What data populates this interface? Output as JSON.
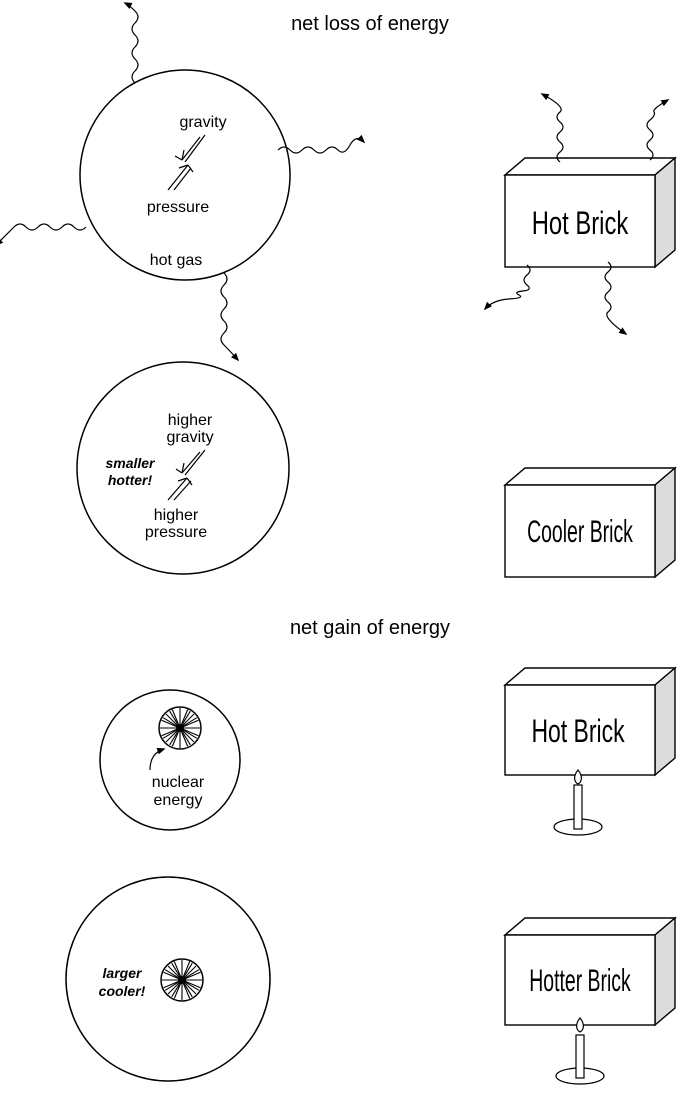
{
  "headings": {
    "loss": "net loss of energy",
    "gain": "net gain of energy"
  },
  "star1": {
    "gravity": "gravity",
    "pressure": "pressure",
    "material": "hot gas"
  },
  "star2": {
    "gravity_line1": "higher",
    "gravity_line2": "gravity",
    "pressure_line1": "higher",
    "pressure_line2": "pressure",
    "note_line1": "smaller",
    "note_line2": "hotter!"
  },
  "star3": {
    "source_line1": "nuclear",
    "source_line2": "energy"
  },
  "star4": {
    "note_line1": "larger",
    "note_line2": "cooler!"
  },
  "bricks": {
    "brick1": "Hot Brick",
    "brick2": "Cooler Brick",
    "brick3": "Hot  Brick",
    "brick4": "Hotter Brick"
  }
}
